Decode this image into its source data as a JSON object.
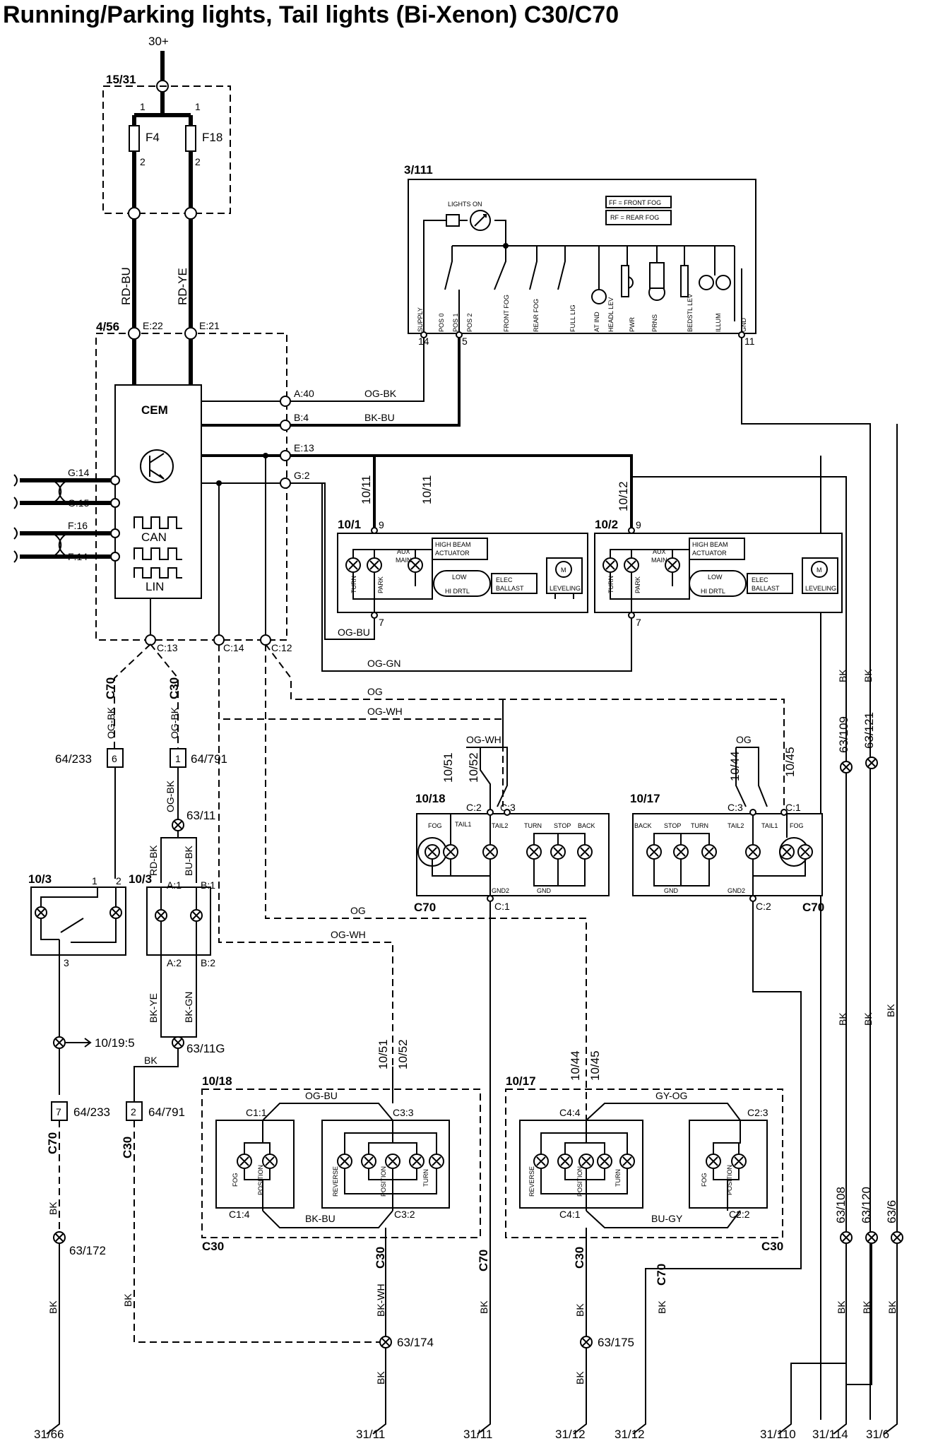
{
  "title": "Running/Parking lights, Tail lights (Bi-Xenon) C30/C70",
  "supply": "30+",
  "fuse_box": {
    "id": "15/31",
    "f1": "F4",
    "f2": "F18",
    "pin1": "1",
    "pin2": "2"
  },
  "wires_top": {
    "left": "RD-BU",
    "right": "RD-YE"
  },
  "cem": {
    "id": "4/56",
    "label": "CEM",
    "can": "CAN",
    "lin": "LIN",
    "pins": {
      "e22": "E:22",
      "e21": "E:21",
      "a40": "A:40",
      "b4": "B:4",
      "e13": "E:13",
      "g2": "G:2",
      "g14": "G:14",
      "g15": "G:15",
      "f16": "F:16",
      "f14": "F:14",
      "c13": "C:13",
      "c14": "C:14",
      "c12": "C:12"
    }
  },
  "switch_module": {
    "id": "3/111",
    "lights_on": "LIGHTS ON",
    "ff": "FF = FRONT FOG",
    "rf": "RF = REAR FOG",
    "labels": [
      "SUPPLY",
      "POS 0",
      "POS 1",
      "POS 2",
      "FRONT FOG",
      "REAR FOG",
      "FULL LIG",
      "AT IND",
      "HEADL LEV",
      "PWR",
      "PRNS",
      "BEDSTL LEV",
      "ILLUM",
      "GND"
    ],
    "pin14": "14",
    "pin5": "5",
    "pin11": "11"
  },
  "wires_cem": {
    "og_bk": "OG-BK",
    "bk_bu": "BK-BU",
    "og_bu": "OG-BU",
    "og_gn": "OG-GN",
    "og": "OG",
    "og_wh": "OG-WH",
    "bk": "BK"
  },
  "headlamp_left": {
    "id": "10/1",
    "ref": "10/11",
    "pin9": "9",
    "pin7": "7"
  },
  "headlamp_right": {
    "id": "10/2",
    "ref": "10/12",
    "pin9": "9",
    "pin7": "7"
  },
  "headlamp_labels": {
    "hb_act": "HIGH BEAM",
    "hb_act2": "ACTUATOR",
    "aux": "AUX",
    "main": "MAIN",
    "low": "LOW",
    "hi": "HI DRTL",
    "elec": "ELEC",
    "ballast": "BALLAST",
    "leveling": "LEVELING",
    "turn": "TURN",
    "park": "PARK",
    "m": "M"
  },
  "conn_labels": {
    "c70": "C70",
    "c30": "C30",
    "c64_233": "64/233",
    "c64_791": "64/791",
    "p6": "6",
    "p1": "1",
    "p7": "7",
    "p2": "2"
  },
  "splices": {
    "s63_11": "63/11",
    "s63_11g": "63/11G",
    "s10_19": "10/19:5",
    "s63_172": "63/172",
    "s63_174": "63/174",
    "s63_175": "63/175",
    "s63_109": "63/109",
    "s63_121": "63/121",
    "s63_108": "63/108",
    "s63_120": "63/120",
    "s63_6": "63/6"
  },
  "relay_left": {
    "id": "10/3",
    "p1": "1",
    "p2": "2",
    "p3": "3"
  },
  "relay_right": {
    "id": "10/3",
    "a1": "A:1",
    "b1": "B:1",
    "a2": "A:2",
    "b2": "B:2"
  },
  "relay_wires": {
    "rd_bk": "RD-BK",
    "bu_bk": "BU-BK",
    "bk_ye": "BK-YE",
    "bk_gn": "BK-GN"
  },
  "tail_c70_left": {
    "id": "10/18",
    "ref1": "10/51",
    "ref2": "10/52",
    "c2": "C:2",
    "c3": "C:3",
    "c1": "C:1",
    "lamps": [
      "FOG",
      "TAIL1",
      "TAIL2",
      "TURN",
      "STOP",
      "BACK"
    ],
    "gnd2": "GND2",
    "gnd": "GND"
  },
  "tail_c70_right": {
    "id": "10/17",
    "ref1": "10/44",
    "ref2": "10/45",
    "c3": "C:3",
    "c1": "C:1",
    "c2": "C:2",
    "lamps": [
      "BACK",
      "STOP",
      "TURN",
      "TAIL2",
      "TAIL1",
      "FOG"
    ],
    "gnd": "GND",
    "gnd2": "GND2"
  },
  "tail_c30_left": {
    "id": "10/18",
    "ref1": "10/51",
    "ref2": "10/52",
    "og_bu": "OG-BU",
    "bk_bu": "BK-BU",
    "c1_1": "C1:1",
    "c3_3": "C3:3",
    "c1_4": "C1:4",
    "c3_2": "C3:2",
    "fog": "FOG",
    "position": "POSITION",
    "reverse": "REVERSE",
    "turn": "TURN"
  },
  "tail_c30_right": {
    "id": "10/17",
    "ref1": "10/44",
    "ref2": "10/45",
    "gy_og": "GY-OG",
    "bu_gy": "BU-GY",
    "c4_4": "C4:4",
    "c2_3": "C2:3",
    "c4_1": "C4:1",
    "c2_2": "C2:2",
    "fog": "FOG",
    "position": "POSITION",
    "reverse": "REVERSE",
    "turn": "TURN"
  },
  "bk_wh": "BK-WH",
  "grounds": {
    "g31_66": "31/66",
    "g31_11a": "31/11",
    "g31_11b": "31/11",
    "g31_12a": "31/12",
    "g31_12b": "31/12",
    "g31_110": "31/110",
    "g31_114": "31/114",
    "g31_6": "31/6"
  }
}
